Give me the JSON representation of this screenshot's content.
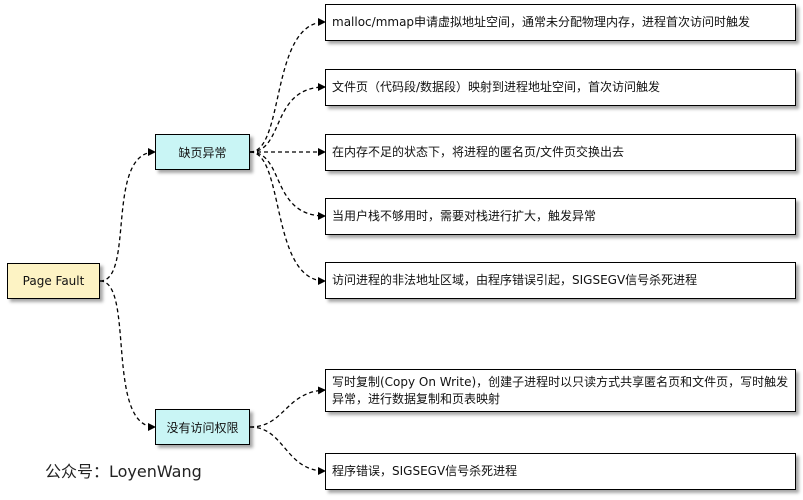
{
  "root": {
    "label": "Page Fault"
  },
  "branches": [
    {
      "label": "缺页异常",
      "leaves": [
        "malloc/mmap申请虚拟地址空间，通常未分配物理内存，进程首次访问时触发",
        "文件页（代码段/数据段）映射到进程地址空间，首次访问触发",
        "在内存不足的状态下，将进程的匿名页/文件页交换出去",
        "当用户栈不够用时，需要对栈进行扩大，触发异常",
        "访问进程的非法地址区域，由程序错误引起，SIGSEGV信号杀死进程"
      ]
    },
    {
      "label": "没有访问权限",
      "leaves": [
        "写时复制(Copy On Write)，创建子进程时以只读方式共享匿名页和文件页，写时触发异常，进行数据复制和页表映射",
        "程序错误，SIGSEGV信号杀死进程"
      ]
    }
  ],
  "footer": "公众号：LoyenWang"
}
